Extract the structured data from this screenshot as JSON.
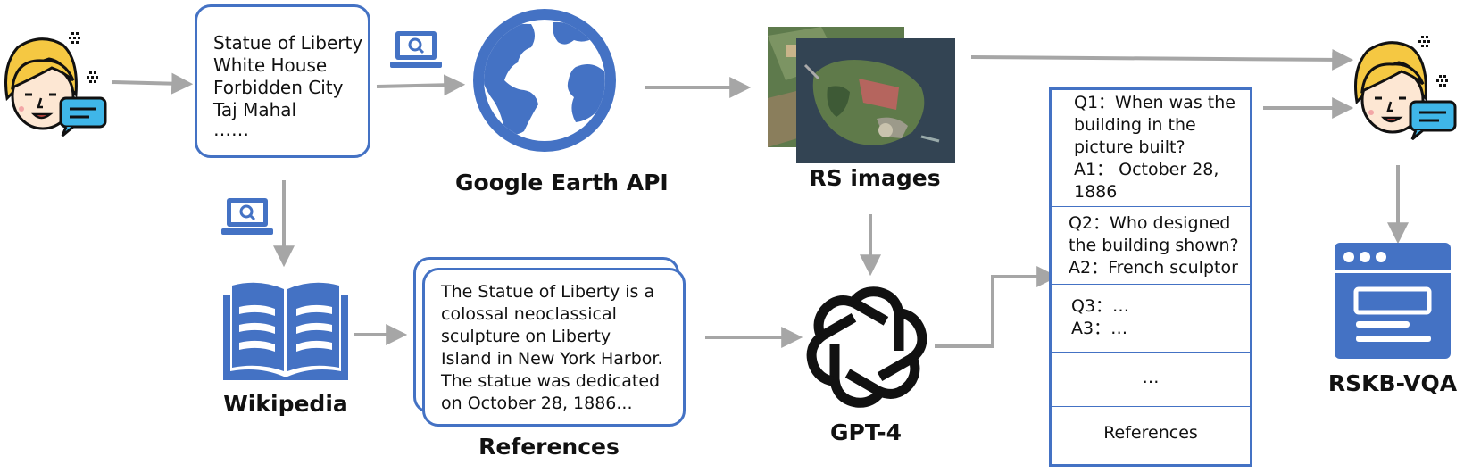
{
  "landmarks": [
    "Statue of Liberty",
    "White House",
    "Forbidden City",
    "Taj Mahal",
    "……"
  ],
  "labels": {
    "google_earth": "Google Earth API",
    "rs_images": "RS images",
    "wikipedia": "Wikipedia",
    "references": "References",
    "gpt4": "GPT-4",
    "rskb": "RSKB-VQA"
  },
  "reference_text": [
    "The Statue of Liberty is a",
    "colossal neoclassical",
    "sculpture on Liberty",
    "Island in New York Harbor.",
    "The statue was dedicated",
    "on October 28, 1886..."
  ],
  "qa": {
    "q1": [
      "Q1：When was the",
      "building in the",
      "picture built?",
      "A1： October 28,",
      "1886"
    ],
    "q2": [
      "Q2：Who designed",
      "the building shown?",
      "A2：French sculptor"
    ],
    "q3": [
      "Q3：…",
      "A3：…"
    ],
    "ellipsis": "…",
    "references": "References"
  },
  "colors": {
    "accent_blue": "#4472c4",
    "arrow_gray": "#a6a6a6",
    "face_yellow": "#f5c842",
    "bubble_cyan": "#3fb6e8"
  },
  "icons": [
    "person-speech-icon",
    "laptop-search-icon",
    "globe-icon",
    "book-icon",
    "openai-logo-icon",
    "web-page-icon"
  ]
}
